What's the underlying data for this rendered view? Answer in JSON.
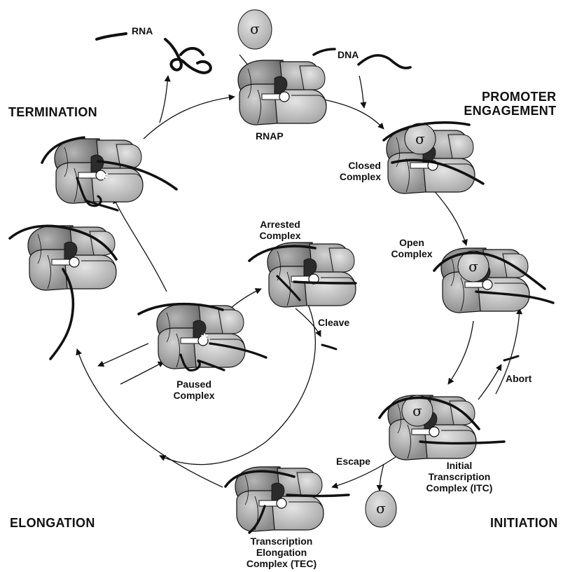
{
  "phases": {
    "termination": "TERMINATION",
    "promoter_engagement_line1": "PROMOTER",
    "promoter_engagement_line2": "ENGAGEMENT",
    "elongation": "ELONGATION",
    "initiation": "INITIATION"
  },
  "labels": {
    "rna": "RNA",
    "dna": "DNA",
    "sigma": "σ",
    "rnap": "RNAP",
    "closed_1": "Closed",
    "closed_2": "Complex",
    "open_1": "Open",
    "open_2": "Complex",
    "arrested_1": "Arrested",
    "arrested_2": "Complex",
    "cleave": "Cleave",
    "paused_1": "Paused",
    "paused_2": "Complex",
    "abort": "Abort",
    "escape": "Escape",
    "itc_1": "Initial",
    "itc_2": "Transcription",
    "itc_3": "Complex (ITC)",
    "tec_1": "Transcription",
    "tec_2": "Elongation",
    "tec_3": "Complex (TEC)"
  },
  "colors": {
    "line": "#111111",
    "lobe_dark": "#6f6f6f",
    "lobe_mid": "#9a9a9a",
    "lobe_light": "#c4c4c4",
    "sigma_fill": "#c8c8c8"
  }
}
